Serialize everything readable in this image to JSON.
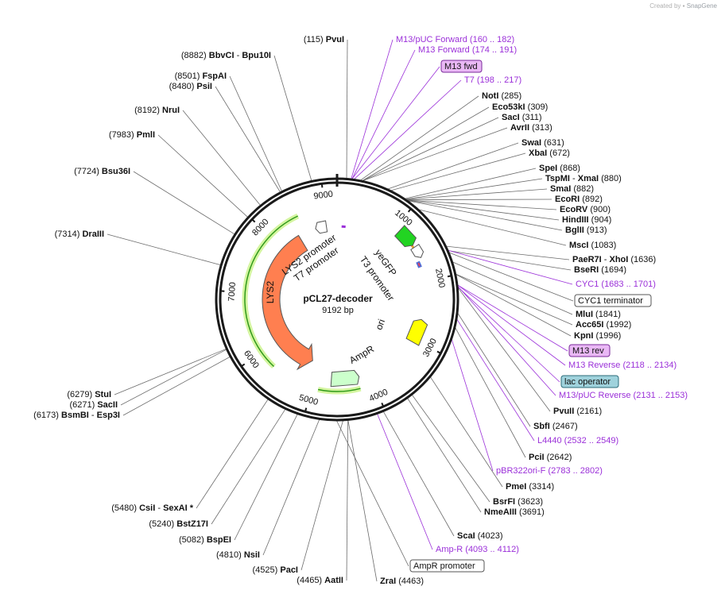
{
  "credit": {
    "prefix": "Created by",
    "brand": "SnapGene"
  },
  "plasmid": {
    "name": "pCL27-decoder",
    "size": "9192 bp",
    "length": 9192
  },
  "ticks": [
    1000,
    2000,
    3000,
    4000,
    5000,
    6000,
    7000,
    8000,
    9000
  ],
  "enzymes_right": [
    {
      "name": "NotI",
      "pos": "(285)",
      "site": 285
    },
    {
      "name": "Eco53kI",
      "pos": "(309)",
      "site": 309
    },
    {
      "name": "SacI",
      "pos": "(311)",
      "site": 311
    },
    {
      "name": "AvrII",
      "pos": "(313)",
      "site": 313
    },
    {
      "name": "SwaI",
      "pos": "(631)",
      "site": 631
    },
    {
      "name": "XbaI",
      "pos": "(672)",
      "site": 672
    },
    {
      "name": "SpeI",
      "pos": "(868)",
      "site": 868
    },
    {
      "name": "TspMI - XmaI",
      "pos": "(880)",
      "site": 880
    },
    {
      "name": "SmaI",
      "pos": "(882)",
      "site": 882
    },
    {
      "name": "EcoRI",
      "pos": "(892)",
      "site": 892
    },
    {
      "name": "EcoRV",
      "pos": "(900)",
      "site": 900
    },
    {
      "name": "HindIII",
      "pos": "(904)",
      "site": 904
    },
    {
      "name": "BglII",
      "pos": "(913)",
      "site": 913
    },
    {
      "name": "MscI",
      "pos": "(1083)",
      "site": 1083
    },
    {
      "name": "PaeR7I - XhoI",
      "pos": "(1636)",
      "site": 1636
    },
    {
      "name": "BseRI",
      "pos": "(1694)",
      "site": 1694
    },
    {
      "name": "MluI",
      "pos": "(1841)",
      "site": 1841
    },
    {
      "name": "Acc65I",
      "pos": "(1992)",
      "site": 1992
    },
    {
      "name": "KpnI",
      "pos": "(1996)",
      "site": 1996
    },
    {
      "name": "PvuII",
      "pos": "(2161)",
      "site": 2161
    },
    {
      "name": "SbfI",
      "pos": "(2467)",
      "site": 2467
    },
    {
      "name": "PciI",
      "pos": "(2642)",
      "site": 2642
    },
    {
      "name": "PmeI",
      "pos": "(3314)",
      "site": 3314
    },
    {
      "name": "BsrFI",
      "pos": "(3623)",
      "site": 3623
    },
    {
      "name": "NmeAIII",
      "pos": "(3691)",
      "site": 3691
    },
    {
      "name": "ScaI",
      "pos": "(4023)",
      "site": 4023
    },
    {
      "name": "ZraI",
      "pos": "(4463)",
      "site": 4463
    }
  ],
  "enzymes_left": [
    {
      "name": "PvuI",
      "pos": "(115)",
      "site": 115
    },
    {
      "name": "BbvCI - Bpu10I",
      "pos": "(8882)",
      "site": 8882
    },
    {
      "name": "FspAI",
      "pos": "(8501)",
      "site": 8501
    },
    {
      "name": "PsiI",
      "pos": "(8480)",
      "site": 8480
    },
    {
      "name": "NruI",
      "pos": "(8192)",
      "site": 8192
    },
    {
      "name": "PmlI",
      "pos": "(7983)",
      "site": 7983
    },
    {
      "name": "Bsu36I",
      "pos": "(7724)",
      "site": 7724
    },
    {
      "name": "DraIII",
      "pos": "(7314)",
      "site": 7314
    },
    {
      "name": "StuI",
      "pos": "(6279)",
      "site": 6279
    },
    {
      "name": "SacII",
      "pos": "(6271)",
      "site": 6271
    },
    {
      "name": "BsmBI - Esp3I",
      "pos": "(6173)",
      "site": 6173
    },
    {
      "name": "CsiI - SexAI *",
      "pos": "(5480)",
      "site": 5480
    },
    {
      "name": "BstZ17I",
      "pos": "(5240)",
      "site": 5240
    },
    {
      "name": "BspEI",
      "pos": "(5082)",
      "site": 5082
    },
    {
      "name": "NsiI",
      "pos": "(4810)",
      "site": 4810
    },
    {
      "name": "PacI",
      "pos": "(4525)",
      "site": 4525
    },
    {
      "name": "AatII",
      "pos": "(4465)",
      "site": 4465
    }
  ],
  "primers": [
    {
      "name": "M13/pUC Forward",
      "range": "(160 .. 182)",
      "site": 171
    },
    {
      "name": "M13 Forward",
      "range": "(174 .. 191)",
      "site": 182
    },
    {
      "name": "T7",
      "range": "(198 .. 217)",
      "site": 207
    },
    {
      "name": "CYC1",
      "range": "(1683 .. 1701)",
      "site": 1692
    },
    {
      "name": "M13 Reverse",
      "range": "(2118 .. 2134)",
      "site": 2126
    },
    {
      "name": "M13/pUC Reverse",
      "range": "(2131 .. 2153)",
      "site": 2142
    },
    {
      "name": "L4440",
      "range": "(2532 .. 2549)",
      "site": 2540
    },
    {
      "name": "pBR322ori-F",
      "range": "(2783 .. 2802)",
      "site": 2792
    },
    {
      "name": "Amp-R",
      "range": "(4093 .. 4112)",
      "site": 4102
    }
  ],
  "boxed_labels": [
    {
      "text": "M13 fwd",
      "kind": "primer-box",
      "site": 182
    },
    {
      "text": "CYC1 terminator",
      "kind": "plain-box",
      "site": 1720
    },
    {
      "text": "M13 rev",
      "kind": "primer-box",
      "site": 2126
    },
    {
      "text": "lac operator",
      "kind": "cyan-box",
      "site": 2150
    },
    {
      "text": "AmpR promoter",
      "kind": "plain-box",
      "site": 4600
    }
  ],
  "features": [
    {
      "label": "LYS2",
      "color": "#ff7f50"
    },
    {
      "label": "LYS2 promoter",
      "color": "#ffffff"
    },
    {
      "label": "T7 promoter",
      "color": "#ffffff"
    },
    {
      "label": "yeGFP",
      "color": "#22d422"
    },
    {
      "label": "T3 promoter",
      "color": "#ffffff"
    },
    {
      "label": "ori",
      "color": "#ffff00"
    },
    {
      "label": "AmpR",
      "color": "#ccffcc"
    }
  ],
  "colors": {
    "primer": "#9b30d9",
    "ring": "#1a1a1a",
    "line": "#6b6b6b",
    "lys2": "#ff7f50",
    "gfp": "#22d422",
    "ori": "#ffff00",
    "ampr": "#ccffcc",
    "halo": "#d4f5a0",
    "orange_arc": "#e8a030"
  }
}
